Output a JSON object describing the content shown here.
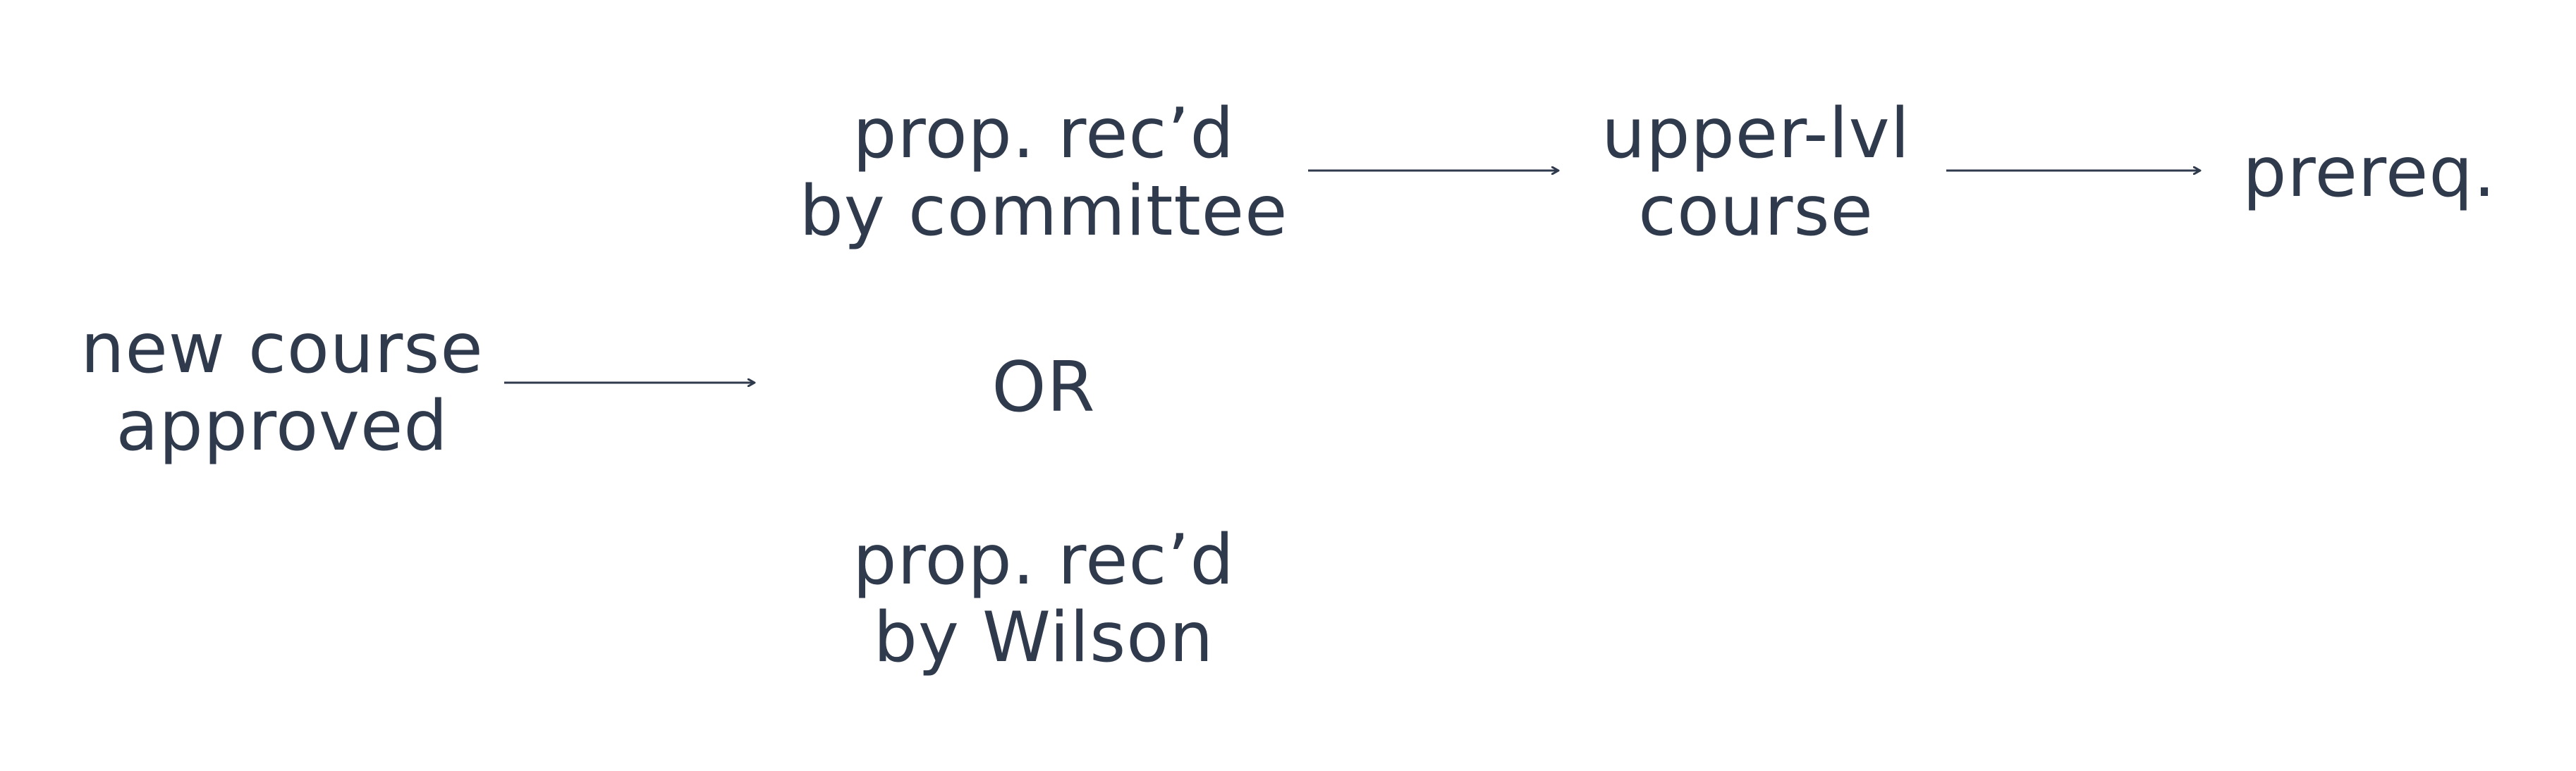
{
  "diagram": {
    "nodes": {
      "new_course": {
        "line1": "new course",
        "line2": "approved"
      },
      "committee": {
        "line1": "prop. rec’d",
        "line2": "by committee"
      },
      "or_label": "OR",
      "wilson": {
        "line1": "prop. rec’d",
        "line2": "by Wilson"
      },
      "upper_course": {
        "line1": "upper-lvl",
        "line2": "course"
      },
      "prereq": "prereq."
    },
    "edges": [
      {
        "from": "new_course",
        "to": "or_label"
      },
      {
        "from": "committee",
        "to": "upper_course"
      },
      {
        "from": "upper_course",
        "to": "prereq"
      }
    ],
    "colors": {
      "text": "#2f3a4d",
      "arrow": "#2f3a4d",
      "background": "#ffffff"
    }
  }
}
